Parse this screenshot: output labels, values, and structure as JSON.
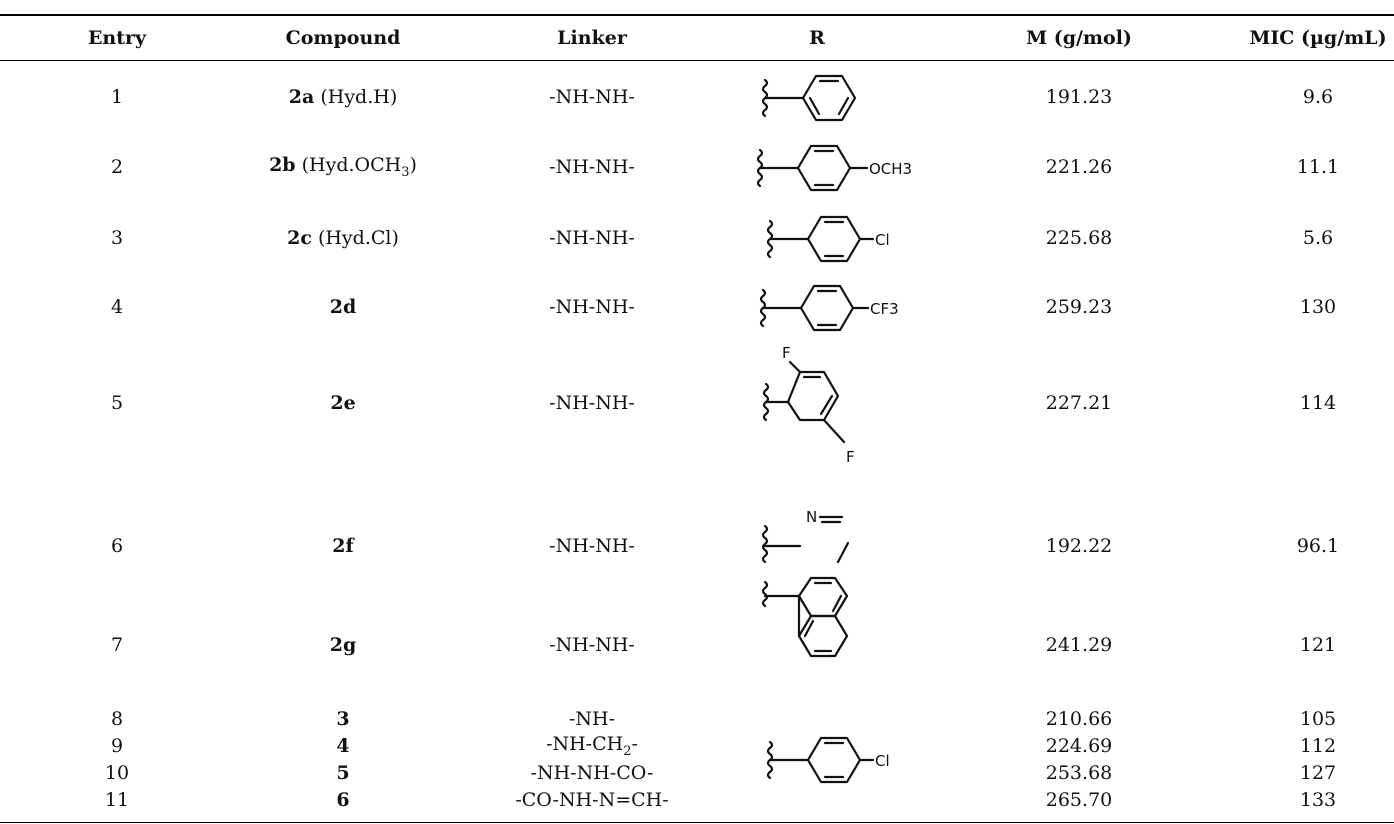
{
  "headers": {
    "entry": "Entry",
    "compound": "Compound",
    "linker": "Linker",
    "r": "R",
    "mass": "M (g/mol)",
    "mic": "MIC (µg/mL)"
  },
  "rows": [
    {
      "entry": "1",
      "compound_bold": "2a",
      "compound_rest": "(Hyd.H)",
      "linker": "-NH-NH-",
      "r_icon": "phenyl-structure",
      "mass": "191.23",
      "mic": "9.6"
    },
    {
      "entry": "2",
      "compound_bold": "2b",
      "compound_rest": "(Hyd.OCH",
      "compound_sub": "3",
      "compound_tail": ")",
      "linker": "-NH-NH-",
      "r_icon": "4-methoxyphenyl-structure",
      "r_label": "OCH3",
      "mass": "221.26",
      "mic": "11.1"
    },
    {
      "entry": "3",
      "compound_bold": "2c",
      "compound_rest": "(Hyd.Cl)",
      "linker": "-NH-NH-",
      "r_icon": "4-chlorophenyl-structure",
      "r_label": "Cl",
      "mass": "225.68",
      "mic": "5.6"
    },
    {
      "entry": "4",
      "compound_bold": "2d",
      "compound_rest": "",
      "linker": "-NH-NH-",
      "r_icon": "4-trifluoromethylphenyl-structure",
      "r_label": "CF3",
      "mass": "259.23",
      "mic": "130"
    },
    {
      "entry": "5",
      "compound_bold": "2e",
      "compound_rest": "",
      "linker": "-NH-NH-",
      "r_icon": "2,5-difluorophenyl-structure",
      "r_label_a": "F",
      "r_label_b": "F",
      "mass": "227.21",
      "mic": "114"
    },
    {
      "entry": "6",
      "compound_bold": "2f",
      "compound_rest": "",
      "linker": "-NH-NH-",
      "r_icon": "2-pyridyl-structure",
      "r_label": "N",
      "mass": "192.22",
      "mic": "96.1"
    },
    {
      "entry": "7",
      "compound_bold": "2g",
      "compound_rest": "",
      "linker": "-NH-NH-",
      "r_icon": "1-naphthyl-structure",
      "mass": "241.29",
      "mic": "121"
    },
    {
      "entry": "8",
      "compound_bold": "3",
      "compound_rest": "",
      "linker": "-NH-",
      "mass": "210.66",
      "mic": "105"
    },
    {
      "entry": "9",
      "compound_bold": "4",
      "compound_rest": "",
      "linker_main": "-NH-CH",
      "linker_sub": "2",
      "linker_tail": "-",
      "mass": "224.69",
      "mic": "112"
    },
    {
      "entry": "10",
      "compound_bold": "5",
      "compound_rest": "",
      "linker": "-NH-NH-CO-",
      "mass": "253.68",
      "mic": "127"
    },
    {
      "entry": "11",
      "compound_bold": "6",
      "compound_rest": "",
      "linker": "-CO-NH-N=CH-",
      "mass": "265.70",
      "mic": "133"
    }
  ],
  "shared_r": {
    "r_icon": "4-chlorophenyl-structure",
    "r_label": "Cl"
  }
}
